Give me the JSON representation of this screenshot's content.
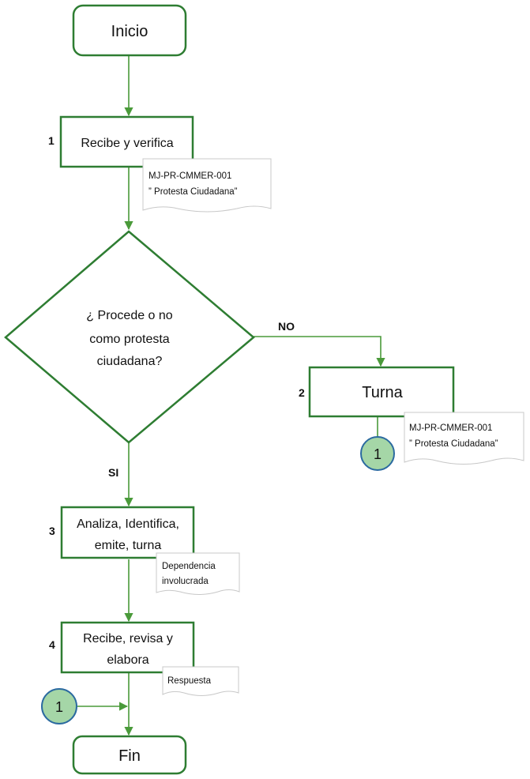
{
  "flowchart": {
    "start": {
      "label": "Inicio"
    },
    "step1": {
      "number": "1",
      "label": "Recibe  y verifica",
      "doc_line1": "MJ-PR-CMMER-001",
      "doc_line2": "” Protesta Ciudadana”"
    },
    "decision": {
      "line1": "¿ Procede  o no",
      "line2": "como protesta",
      "line3": "ciudadana?",
      "no_label": "NO",
      "yes_label": "SI"
    },
    "step2": {
      "number": "2",
      "label": "Turna",
      "doc_line1": "MJ-PR-CMMER-001",
      "doc_line2": "” Protesta Ciudadana”",
      "connector": "1"
    },
    "step3": {
      "number": "3",
      "line1": "Analiza, Identifica,",
      "line2": "emite, turna",
      "doc_line1": "Dependencia",
      "doc_line2": "involucrada"
    },
    "step4": {
      "number": "4",
      "line1": "Recibe, revisa y",
      "line2": "elabora",
      "doc_line1": "Respuesta",
      "connector": "1"
    },
    "end": {
      "label": "Fin"
    }
  },
  "colors": {
    "border": "#2e7d32",
    "line": "#4a9a3a",
    "connector_fill": "#a5d6a7",
    "connector_stroke": "#2b6aa0"
  }
}
